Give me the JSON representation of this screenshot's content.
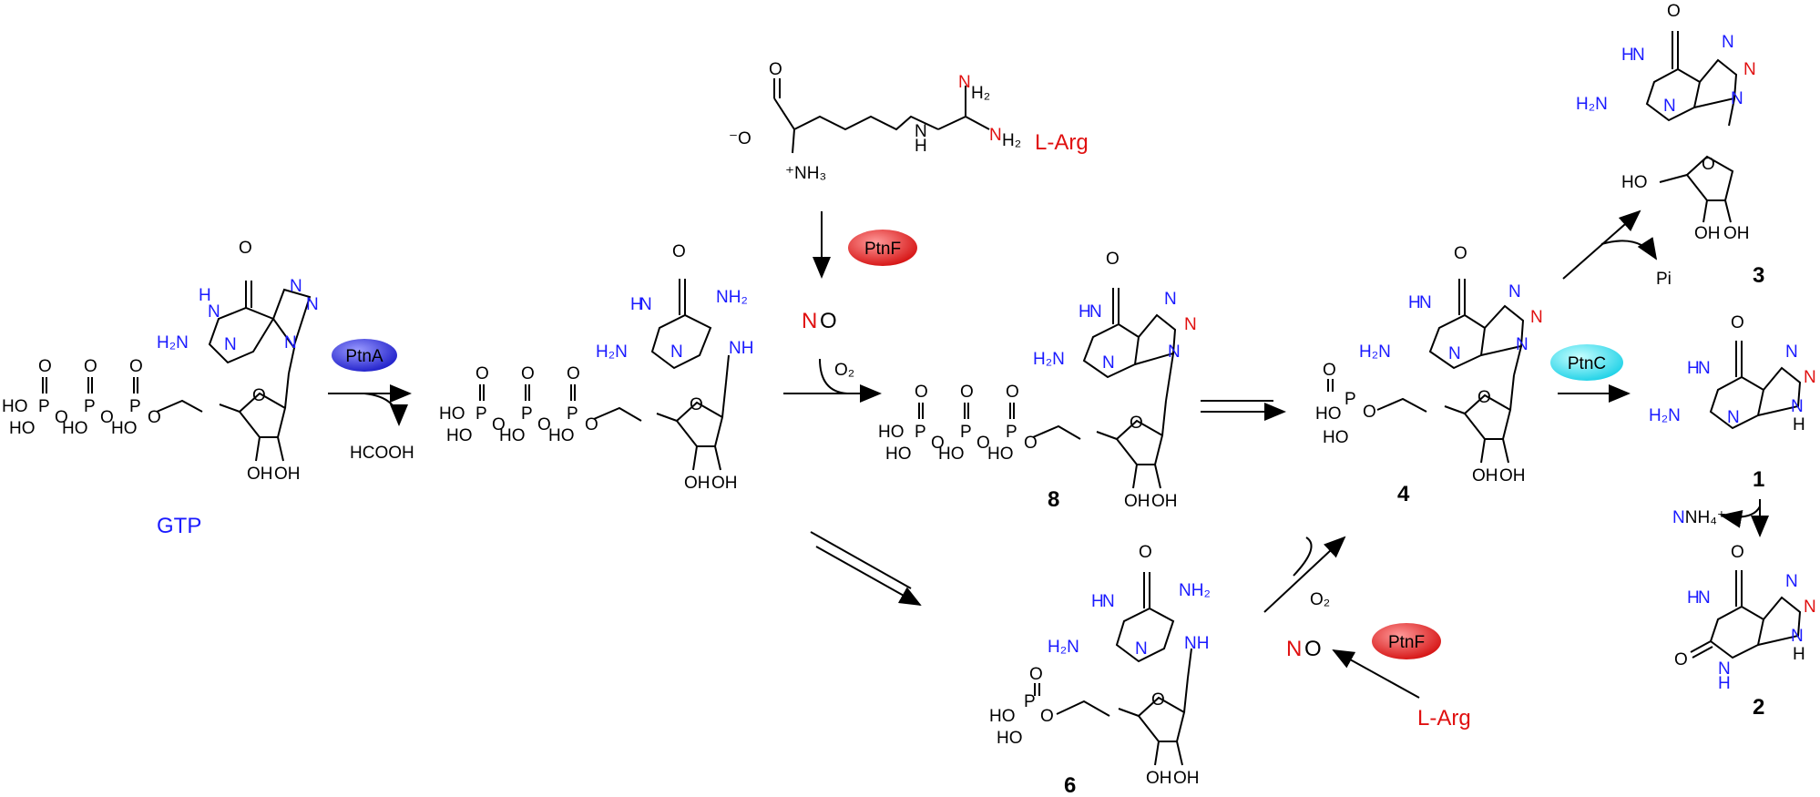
{
  "labels": {
    "gtp": "GTP",
    "larg_top": "L-Arg",
    "larg_bottom": "L-Arg",
    "no_top_n": "N",
    "no_top_o": "O",
    "no_bottom_n": "N",
    "no_bottom_o": "O",
    "o2_top": "O₂",
    "o2_bottom": "O₂",
    "hcooh": "HCOOH",
    "pi": "Pi",
    "nh4": "NH₄⁺"
  },
  "enzymes": {
    "ptnA": "PtnA",
    "ptnF_top": "PtnF",
    "ptnF_bottom": "PtnF",
    "ptnC": "PtnC"
  },
  "compounds": {
    "c8": "8",
    "c4": "4",
    "c6": "6",
    "c3": "3",
    "c1": "1",
    "c2": "2"
  },
  "colors": {
    "ptnA": "#2a2ad8",
    "ptnF": "#e01818",
    "ptnC": "#22d6e8",
    "nitrogen_blue": "#1a1aff",
    "nitrogen_red": "#e01010"
  }
}
